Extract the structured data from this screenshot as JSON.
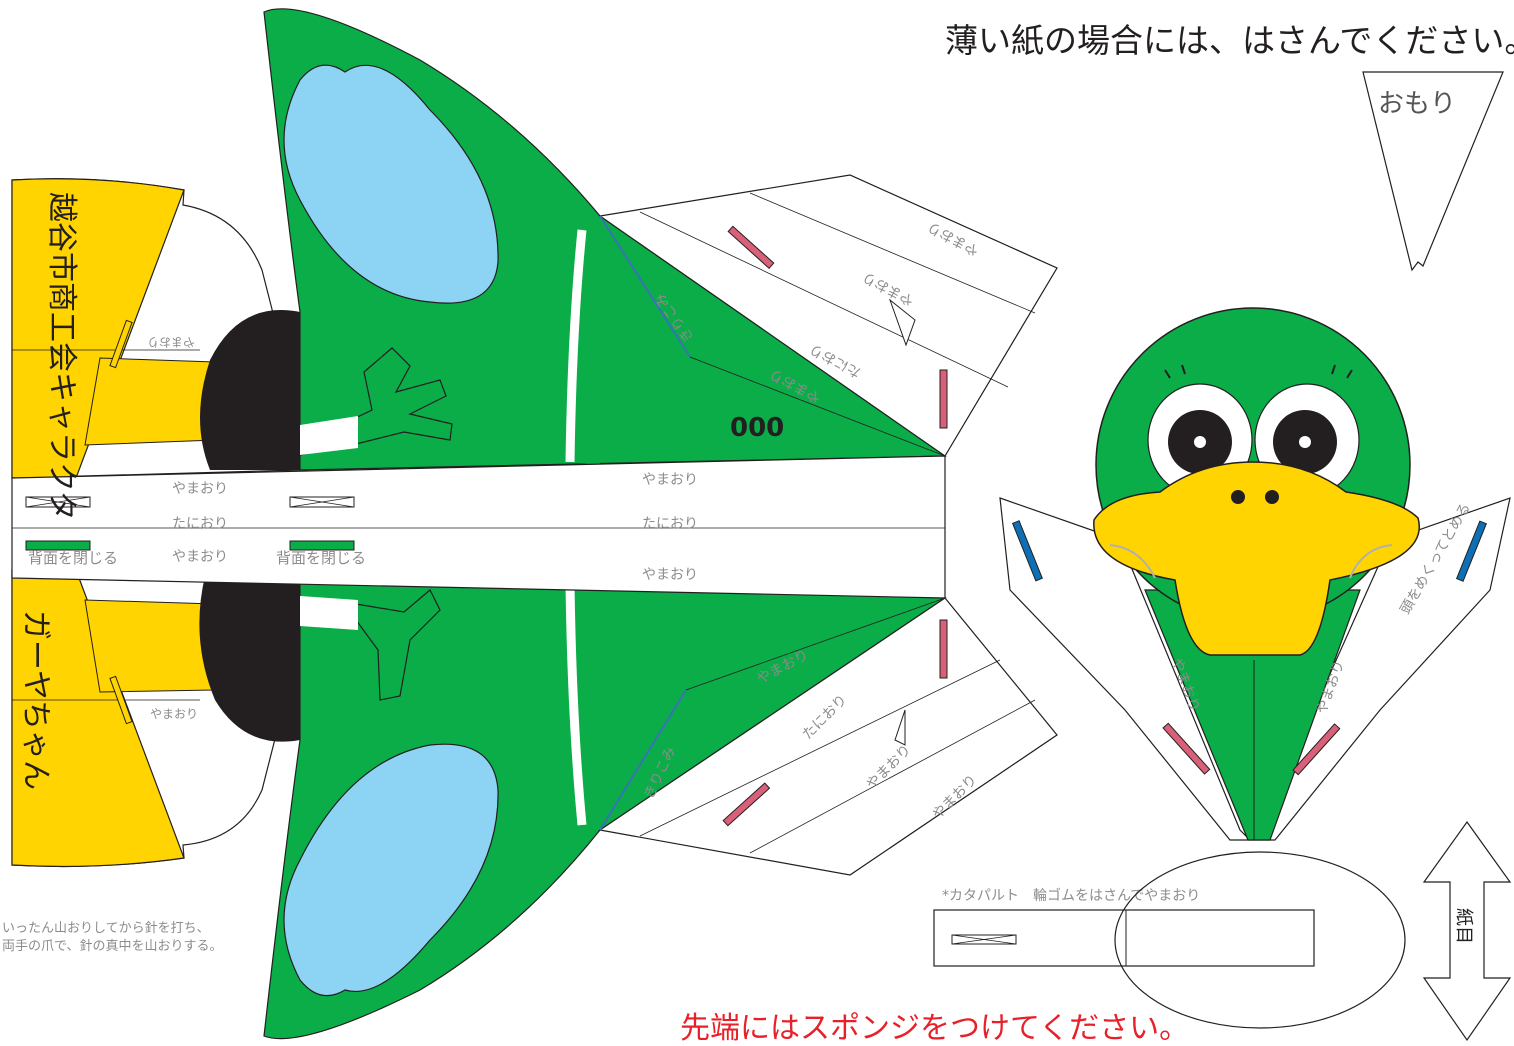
{
  "colors": {
    "green": "#0aad48",
    "light_blue": "#8cd3f4",
    "yellow": "#ffd400",
    "black": "#231f20",
    "pink": "#d86078",
    "blue": "#0f6fb5",
    "label_gray": "#8c8c8c",
    "red_text": "#e8202a"
  },
  "top_note": "薄い紙の場合には、はさんでください。",
  "weight_label": "おもり",
  "wing_text_top": "越谷市商工会キャラクタ",
  "wing_text_bottom": "ガーヤちゃん",
  "number": "000",
  "fold": {
    "mountain": "やまおり",
    "valley": "たにおり",
    "cut_in": "きりこみ",
    "close_back": "背面を閉じる",
    "head_note": "頭をめくってとめる"
  },
  "catapult": {
    "label": "*カタパルト　輪ゴムをはさんでやまおり"
  },
  "grain": "紙目",
  "staple_note": {
    "line1": "いったん山おりしてから針を打ち、",
    "line2": "両手の爪で、針の真中を山おりする。"
  },
  "bottom_note": "先端にはスポンジをつけてください。"
}
